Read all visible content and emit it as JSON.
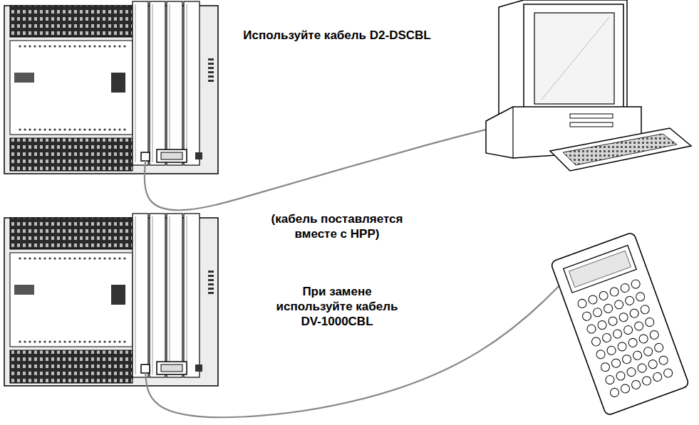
{
  "diagram": {
    "labels": [
      "Используйте кабель D2-DSCBL",
      "(кабель поставляется вместе с HPP)",
      "При замене используйте кабель DV-1000CBL"
    ]
  }
}
